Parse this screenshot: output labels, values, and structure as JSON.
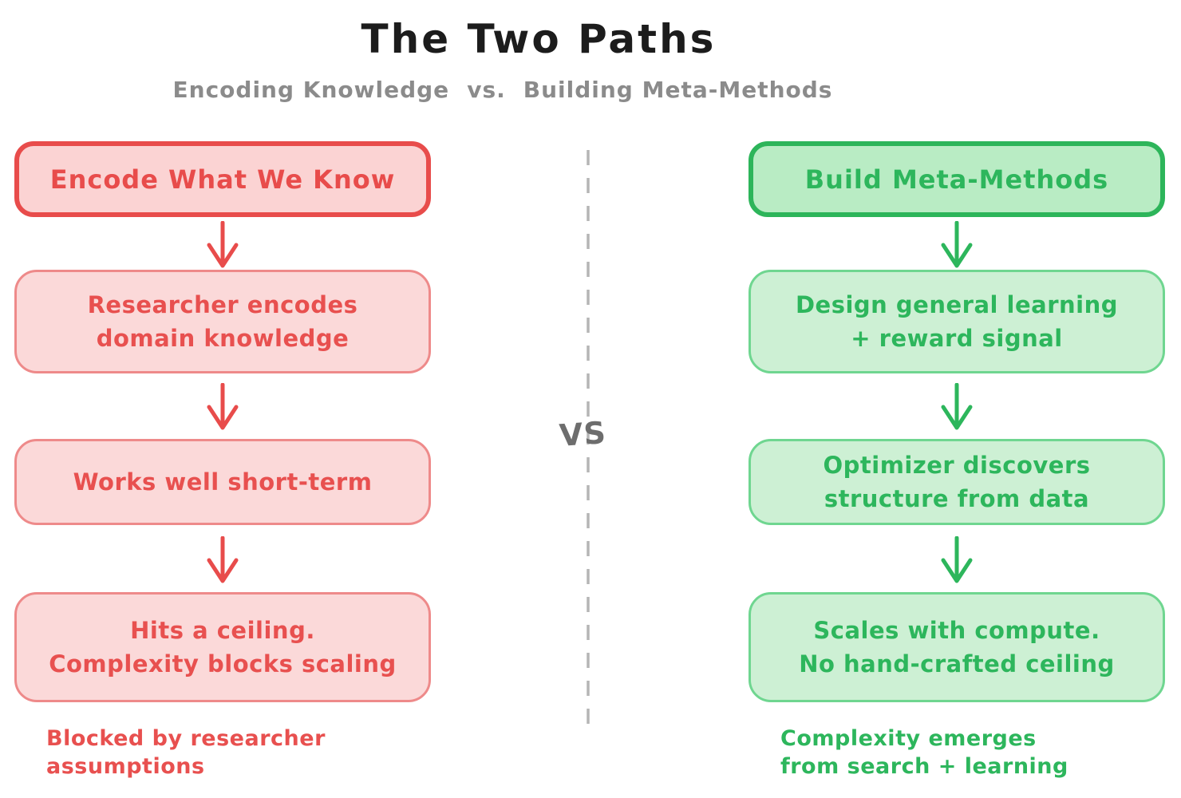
{
  "title": "The Two Paths",
  "subtitle": {
    "left": "Encoding Knowledge",
    "separator": "vs.",
    "right": "Building Meta-Methods"
  },
  "divider": {
    "label": "VS"
  },
  "left_path": {
    "header": "Encode What We Know",
    "steps": [
      {
        "line1": "Researcher encodes",
        "line2": "domain knowledge"
      },
      {
        "line1": "Works well short-term",
        "line2": ""
      },
      {
        "line1": "Hits a ceiling.",
        "line2": "Complexity blocks scaling"
      }
    ],
    "footer": {
      "line1": "Blocked by researcher",
      "line2": "assumptions"
    },
    "accent_color": "#e84c4b",
    "light_border_color": "#ee8a8a",
    "header_fill_color": "#fbd3d3",
    "step_fill_color": "#fbd9d9"
  },
  "right_path": {
    "header": "Build Meta-Methods",
    "steps": [
      {
        "line1": "Design general learning",
        "line2": "+ reward signal"
      },
      {
        "line1": "Optimizer discovers",
        "line2": "structure from data"
      },
      {
        "line1": "Scales with compute.",
        "line2": "No hand-crafted ceiling"
      }
    ],
    "footer": {
      "line1": "Complexity emerges",
      "line2": "from search + learning"
    },
    "accent_color": "#2db65c",
    "light_border_color": "#6fd690",
    "header_fill_color": "#b9ecc4",
    "step_fill_color": "#cdf0d4"
  },
  "divider_color": "#b5b5b5",
  "title_color": "#1c1c1c",
  "subtitle_color": "#8b8b8b"
}
